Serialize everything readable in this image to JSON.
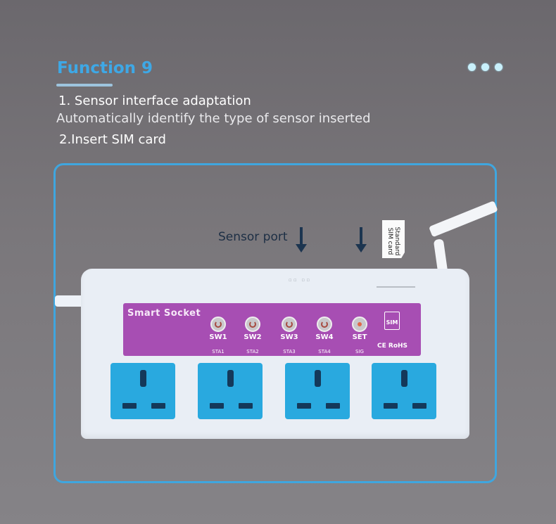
{
  "header": {
    "title": "Function 9",
    "more_icon": "three-dots-icon"
  },
  "features": [
    {
      "label": "1. Sensor interface adaptation"
    },
    {
      "label": "Automatically identify the type of sensor inserted"
    },
    {
      "label": "2.Insert SIM card"
    }
  ],
  "annotations": {
    "sensor_port": "Sensor port",
    "sim_card": "Standard\nSIM card"
  },
  "device": {
    "brand_label": "Smart Socket",
    "buttons": [
      {
        "label": "SW1",
        "status": "STA1"
      },
      {
        "label": "SW2",
        "status": "STA2"
      },
      {
        "label": "SW3",
        "status": "STA3"
      },
      {
        "label": "SW4",
        "status": "STA4"
      },
      {
        "label": "SET",
        "status": "SIG"
      }
    ],
    "sim_icon_label": "SIM",
    "certifications": "CE RoHS",
    "outlet_count": 4
  },
  "colors": {
    "accent": "#3ea8e6",
    "panel": "#a74eb3",
    "socket": "#29a9df",
    "background": "#7a777c"
  }
}
